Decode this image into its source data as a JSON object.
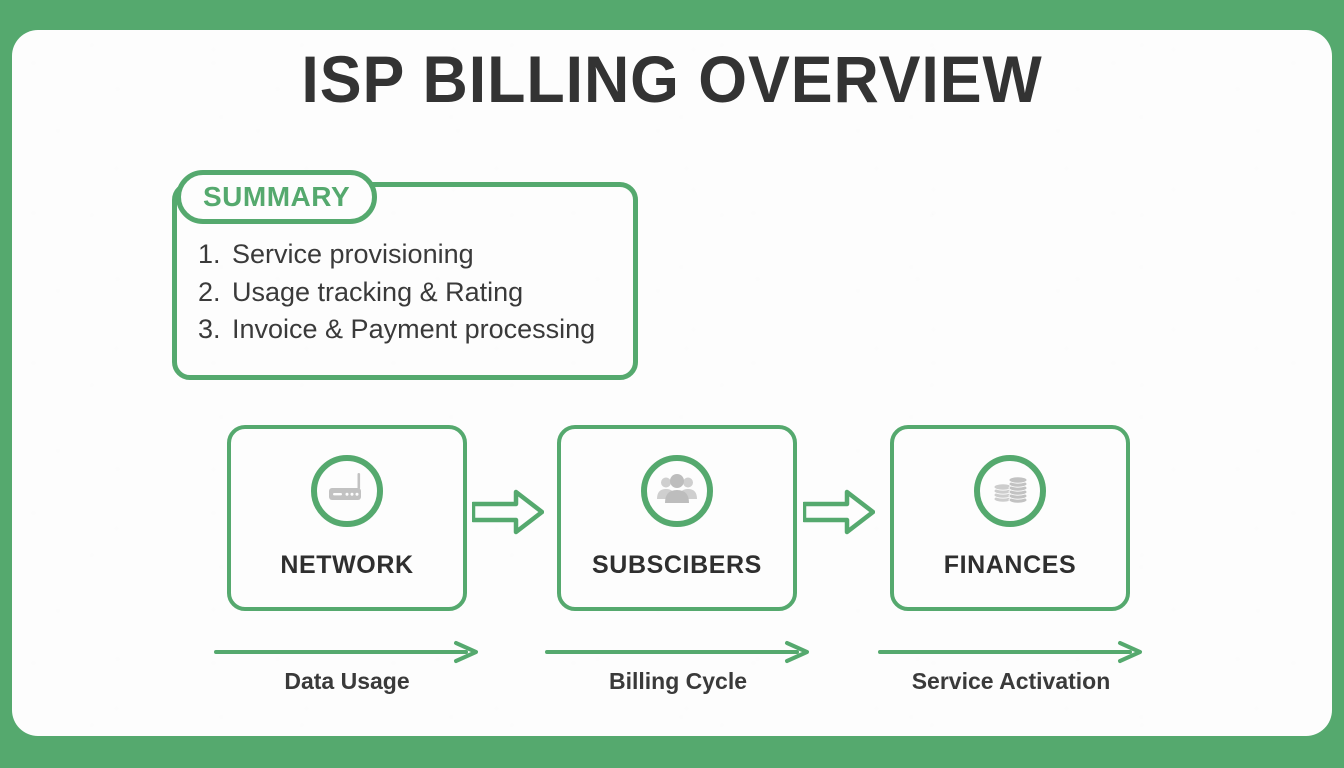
{
  "theme": {
    "background_green": "#55a96e",
    "board_background": "#fdfdfd",
    "accent_green": "#55a96e",
    "title_color": "#333333",
    "body_text_color": "#3a3a3a",
    "icon_gray": "#c2c2c2"
  },
  "title": "ISP BILLING OVERVIEW",
  "summary": {
    "tab_label": "SUMMARY",
    "items": [
      {
        "num": "1.",
        "text": "Service provisioning"
      },
      {
        "num": "2.",
        "text": "Usage tracking & Rating"
      },
      {
        "num": "3.",
        "text": "Invoice & Payment processing"
      }
    ]
  },
  "stages": [
    {
      "label": "NETWORK",
      "icon": "router-icon"
    },
    {
      "label": "SUBSCIBERS",
      "icon": "people-group-icon"
    },
    {
      "label": "FINANCES",
      "icon": "coin-stack-icon"
    }
  ],
  "connectors": [
    {
      "icon": "block-arrow-right-icon"
    },
    {
      "icon": "block-arrow-right-icon"
    }
  ],
  "flows": [
    {
      "label": "Data Usage",
      "icon": "arrow-right-icon"
    },
    {
      "label": "Billing Cycle",
      "icon": "arrow-right-icon"
    },
    {
      "label": "Service Activation",
      "icon": "arrow-right-icon"
    }
  ]
}
